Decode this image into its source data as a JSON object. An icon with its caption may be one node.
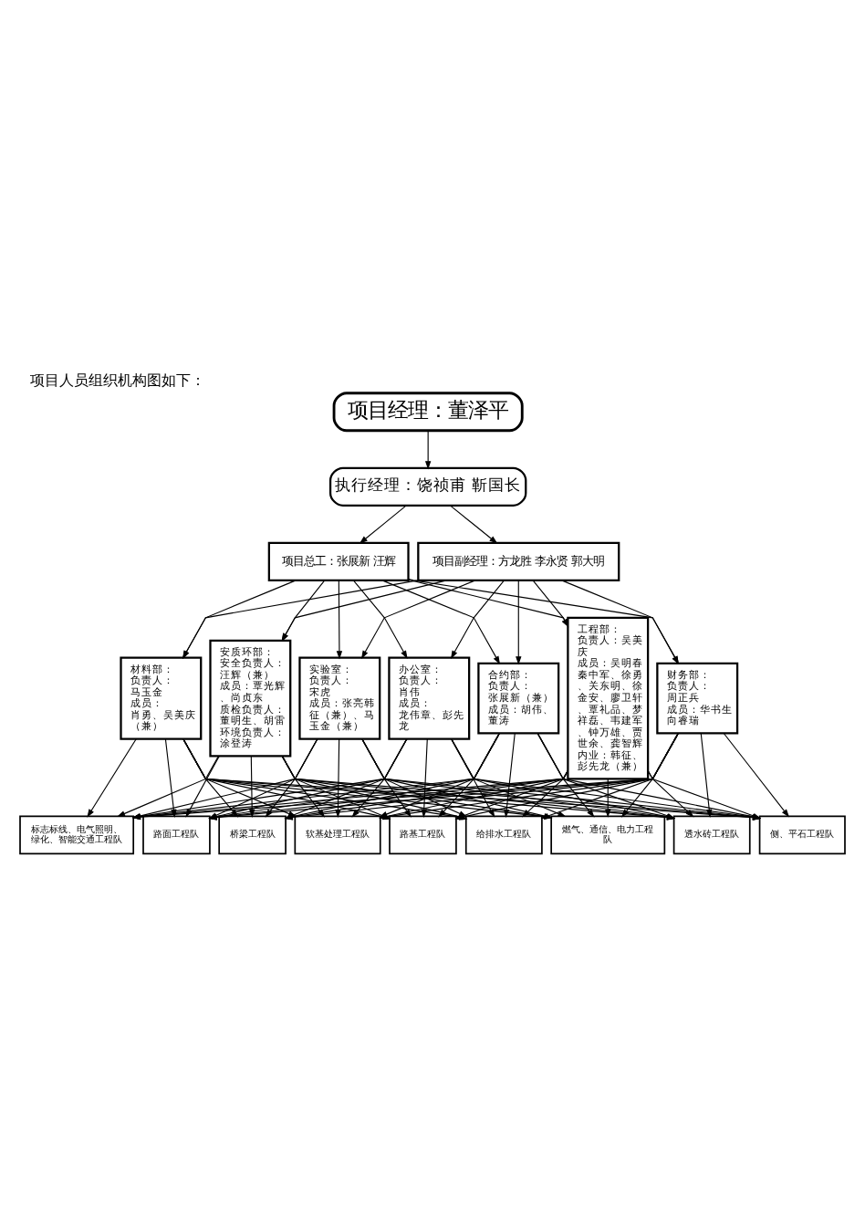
{
  "diagram": {
    "title": "项目人员组织机构图如下：",
    "nodes": [
      {
        "text": [
          "项目经理：董泽平"
        ]
      },
      {
        "text": [
          "执行经理：饶祯甫 靳国长"
        ]
      },
      {
        "text": [
          "项目总工：张展新 汪辉"
        ]
      },
      {
        "text": [
          "项目副经理：方龙胜 李永贤 郭大明"
        ]
      },
      {
        "text": [
          "材料部：",
          "负责人：",
          "马玉金",
          "成员：",
          "肖勇、吴美庆（兼）"
        ]
      },
      {
        "text": [
          "安质环部：",
          "安全负责人：",
          "汪辉（兼）",
          "成员：覃光辉、尚贞东",
          "质检负责人：",
          "董明生、胡雷",
          "环境负责人：",
          "涂登涛"
        ]
      },
      {
        "text": [
          "实验室：",
          "负责人：",
          "宋虎",
          "成员：张亮韩征（兼）、马玉金（兼）"
        ]
      },
      {
        "text": [
          "办公室：",
          "负责人：",
          "肖伟",
          "成员：",
          "龙伟章、彭先龙"
        ]
      },
      {
        "text": [
          "合约部：",
          "负责人：",
          "张展新（兼）",
          "成员：胡伟、董涛"
        ]
      },
      {
        "text": [
          "工程部：",
          "负责人：吴美庆",
          "成员：吴明春秦中军、徐勇、关东明、徐金安、廖卫轩、覃礼品、梦祥磊、韦建军、钟万雄、贾世余、龚智辉",
          "内业：韩征、彭先龙（兼）"
        ]
      },
      {
        "text": [
          "财务部：",
          "负责人：",
          "周正兵",
          "成员：华书生向睿瑞"
        ]
      },
      {
        "text": [
          "标志标线、电气照明、绿化、智能交通工程队"
        ]
      },
      {
        "text": [
          "路面工程队"
        ]
      },
      {
        "text": [
          "桥梁工程队"
        ]
      },
      {
        "text": [
          "软基处理工程队"
        ]
      },
      {
        "text": [
          "路基工程队"
        ]
      },
      {
        "text": [
          "给排水工程队"
        ]
      },
      {
        "text": [
          "燃气、通信、电力工程队"
        ]
      },
      {
        "text": [
          "透水砖工程队"
        ]
      },
      {
        "text": [
          "侧、平石工程队"
        ]
      }
    ],
    "edges": [
      {
        "from": 0,
        "to": 1,
        "arrow": "to"
      },
      {
        "from": 1,
        "to": 2,
        "arrow": "to"
      },
      {
        "from": 1,
        "to": 3,
        "arrow": "to"
      },
      {
        "from": 2,
        "to": 4,
        "arrow": "to"
      },
      {
        "from": 2,
        "to": 5,
        "arrow": "to"
      },
      {
        "from": 2,
        "to": 6,
        "arrow": "to"
      },
      {
        "from": 2,
        "to": 7,
        "arrow": "to"
      },
      {
        "from": 2,
        "to": 8,
        "arrow": "to"
      },
      {
        "from": 2,
        "to": 9,
        "arrow": "to"
      },
      {
        "from": 2,
        "to": 10,
        "arrow": "to"
      },
      {
        "from": 3,
        "to": 4,
        "arrow": "to"
      },
      {
        "from": 3,
        "to": 5,
        "arrow": "to"
      },
      {
        "from": 3,
        "to": 6,
        "arrow": "to"
      },
      {
        "from": 3,
        "to": 7,
        "arrow": "to"
      },
      {
        "from": 3,
        "to": 8,
        "arrow": "to"
      },
      {
        "from": 3,
        "to": 9,
        "arrow": "to"
      },
      {
        "from": 3,
        "to": 10,
        "arrow": "to"
      },
      {
        "from": 4,
        "to": 11,
        "arrow": "to"
      },
      {
        "from": 4,
        "to": 12,
        "arrow": "to"
      },
      {
        "from": 4,
        "to": 13,
        "arrow": "to"
      },
      {
        "from": 4,
        "to": 14,
        "arrow": "to"
      },
      {
        "from": 4,
        "to": 15,
        "arrow": "to"
      },
      {
        "from": 4,
        "to": 16,
        "arrow": "to"
      },
      {
        "from": 4,
        "to": 17,
        "arrow": "to"
      },
      {
        "from": 4,
        "to": 18,
        "arrow": "to"
      },
      {
        "from": 4,
        "to": 19,
        "arrow": "to"
      },
      {
        "from": 5,
        "to": 11,
        "arrow": "to"
      },
      {
        "from": 5,
        "to": 12,
        "arrow": "to"
      },
      {
        "from": 5,
        "to": 13,
        "arrow": "to"
      },
      {
        "from": 5,
        "to": 14,
        "arrow": "to"
      },
      {
        "from": 5,
        "to": 15,
        "arrow": "to"
      },
      {
        "from": 5,
        "to": 16,
        "arrow": "to"
      },
      {
        "from": 5,
        "to": 17,
        "arrow": "to"
      },
      {
        "from": 5,
        "to": 18,
        "arrow": "to"
      },
      {
        "from": 5,
        "to": 19,
        "arrow": "to"
      },
      {
        "from": 6,
        "to": 11,
        "arrow": "to"
      },
      {
        "from": 6,
        "to": 12,
        "arrow": "to"
      },
      {
        "from": 6,
        "to": 13,
        "arrow": "to"
      },
      {
        "from": 6,
        "to": 14,
        "arrow": "to"
      },
      {
        "from": 6,
        "to": 15,
        "arrow": "to"
      },
      {
        "from": 6,
        "to": 16,
        "arrow": "to"
      },
      {
        "from": 6,
        "to": 17,
        "arrow": "to"
      },
      {
        "from": 6,
        "to": 18,
        "arrow": "to"
      },
      {
        "from": 6,
        "to": 19,
        "arrow": "to"
      },
      {
        "from": 7,
        "to": 11,
        "arrow": "to"
      },
      {
        "from": 7,
        "to": 12,
        "arrow": "to"
      },
      {
        "from": 7,
        "to": 13,
        "arrow": "to"
      },
      {
        "from": 7,
        "to": 14,
        "arrow": "to"
      },
      {
        "from": 7,
        "to": 15,
        "arrow": "to"
      },
      {
        "from": 7,
        "to": 16,
        "arrow": "to"
      },
      {
        "from": 7,
        "to": 17,
        "arrow": "to"
      },
      {
        "from": 7,
        "to": 18,
        "arrow": "to"
      },
      {
        "from": 7,
        "to": 19,
        "arrow": "to"
      },
      {
        "from": 8,
        "to": 11,
        "arrow": "to"
      },
      {
        "from": 8,
        "to": 12,
        "arrow": "to"
      },
      {
        "from": 8,
        "to": 13,
        "arrow": "to"
      },
      {
        "from": 8,
        "to": 14,
        "arrow": "to"
      },
      {
        "from": 8,
        "to": 15,
        "arrow": "to"
      },
      {
        "from": 8,
        "to": 16,
        "arrow": "to"
      },
      {
        "from": 8,
        "to": 17,
        "arrow": "to"
      },
      {
        "from": 8,
        "to": 18,
        "arrow": "to"
      },
      {
        "from": 8,
        "to": 19,
        "arrow": "to"
      },
      {
        "from": 9,
        "to": 11,
        "arrow": "to"
      },
      {
        "from": 9,
        "to": 12,
        "arrow": "to"
      },
      {
        "from": 9,
        "to": 13,
        "arrow": "to"
      },
      {
        "from": 9,
        "to": 14,
        "arrow": "to"
      },
      {
        "from": 9,
        "to": 15,
        "arrow": "to"
      },
      {
        "from": 9,
        "to": 16,
        "arrow": "to"
      },
      {
        "from": 9,
        "to": 17,
        "arrow": "to"
      },
      {
        "from": 9,
        "to": 18,
        "arrow": "to"
      },
      {
        "from": 9,
        "to": 19,
        "arrow": "to"
      },
      {
        "from": 10,
        "to": 11,
        "arrow": "to"
      },
      {
        "from": 10,
        "to": 12,
        "arrow": "to"
      },
      {
        "from": 10,
        "to": 13,
        "arrow": "to"
      },
      {
        "from": 10,
        "to": 14,
        "arrow": "to"
      },
      {
        "from": 10,
        "to": 15,
        "arrow": "to"
      },
      {
        "from": 10,
        "to": 16,
        "arrow": "to"
      },
      {
        "from": 10,
        "to": 17,
        "arrow": "to"
      },
      {
        "from": 10,
        "to": 18,
        "arrow": "to"
      },
      {
        "from": 10,
        "to": 19,
        "arrow": "to"
      }
    ]
  }
}
